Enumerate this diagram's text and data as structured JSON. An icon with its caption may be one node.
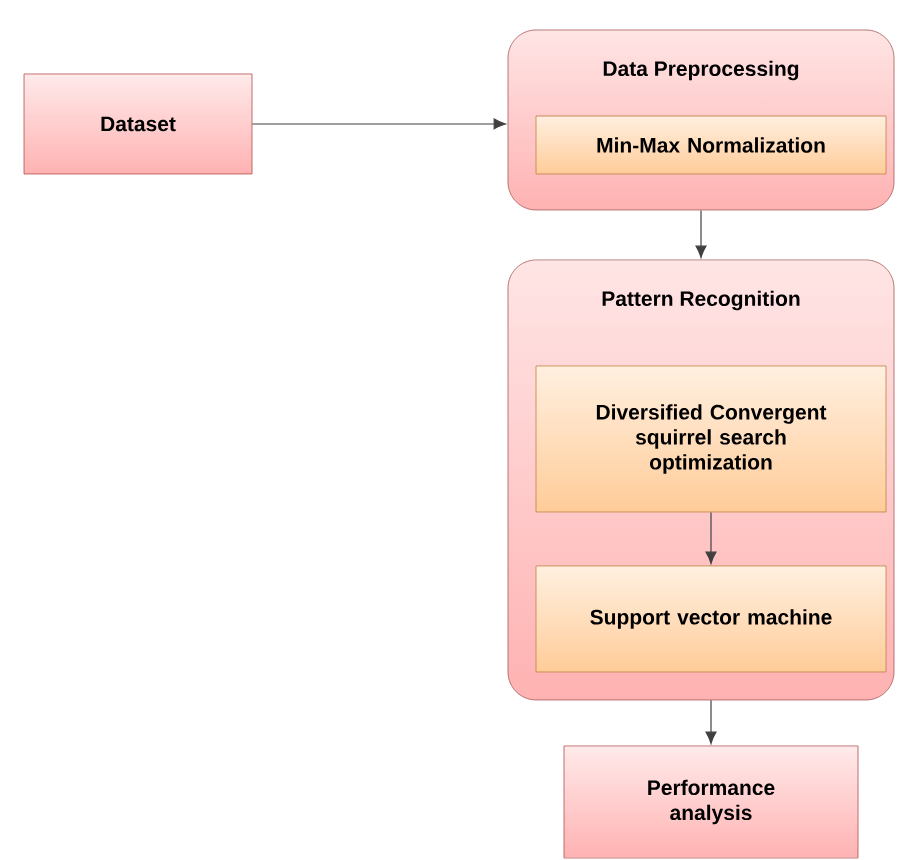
{
  "diagram": {
    "nodes": [
      {
        "text": [
          "Dataset"
        ]
      },
      {
        "text": [
          "Data Preprocessing"
        ]
      },
      {
        "text": [
          "Min-Max Normalization"
        ],
        "in": 1
      },
      {
        "text": [
          "Pattern Recognition"
        ]
      },
      {
        "text": [
          "Diversified Convergent squirrel search optimization"
        ],
        "in": 3
      },
      {
        "text": [
          "Support vector machine"
        ],
        "in": 3
      },
      {
        "text": [
          "Performance analysis"
        ]
      }
    ],
    "edges": [
      {
        "from": 0,
        "to": 1,
        "arrow": "to"
      },
      {
        "from": 1,
        "to": 3,
        "arrow": "to"
      },
      {
        "from": 4,
        "to": 5,
        "arrow": "to"
      },
      {
        "from": 3,
        "to": 6,
        "arrow": "to"
      }
    ]
  }
}
